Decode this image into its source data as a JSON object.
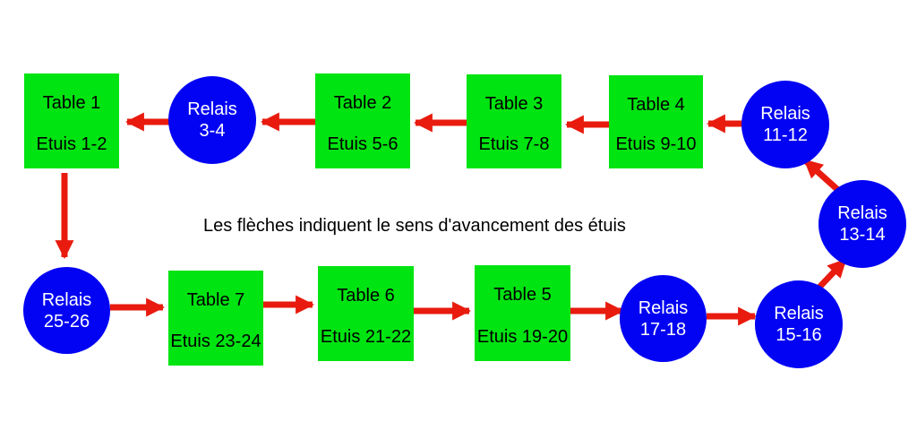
{
  "diagram": {
    "note": "Les flèches indiquent le sens d'avancement des étuis",
    "colors": {
      "background": "#ffffff",
      "table_fill": "#00E411",
      "relay_fill": "#0303F3",
      "arrow_red": "#E81B0E",
      "table_text": "#000000",
      "relay_text": "#ffffff"
    },
    "nodes": {
      "table1": {
        "type": "table",
        "line1": "Table 1",
        "line2": "Etuis 1-2"
      },
      "relais_3_4": {
        "type": "relay",
        "line1": "Relais",
        "line2": "3-4"
      },
      "table2": {
        "type": "table",
        "line1": "Table 2",
        "line2": "Etuis 5-6"
      },
      "table3": {
        "type": "table",
        "line1": "Table 3",
        "line2": "Etuis 7-8"
      },
      "table4": {
        "type": "table",
        "line1": "Table 4",
        "line2": "Etuis 9-10"
      },
      "relais_11_12": {
        "type": "relay",
        "line1": "Relais",
        "line2": "11-12"
      },
      "relais_13_14": {
        "type": "relay",
        "line1": "Relais",
        "line2": "13-14"
      },
      "relais_15_16": {
        "type": "relay",
        "line1": "Relais",
        "line2": "15-16"
      },
      "relais_17_18": {
        "type": "relay",
        "line1": "Relais",
        "line2": "17-18"
      },
      "table5": {
        "type": "table",
        "line1": "Table 5",
        "line2": "Etuis 19-20"
      },
      "table6": {
        "type": "table",
        "line1": "Table 6",
        "line2": "Etuis 21-22"
      },
      "table7": {
        "type": "table",
        "line1": "Table 7",
        "line2": "Etuis 23-24"
      },
      "relais_25_26": {
        "type": "relay",
        "line1": "Relais",
        "line2": "25-26"
      }
    },
    "edges": [
      {
        "from": "relais_3_4",
        "to": "table1"
      },
      {
        "from": "table2",
        "to": "relais_3_4"
      },
      {
        "from": "table3",
        "to": "table2"
      },
      {
        "from": "table4",
        "to": "table3"
      },
      {
        "from": "relais_11_12",
        "to": "table4"
      },
      {
        "from": "relais_13_14",
        "to": "relais_11_12"
      },
      {
        "from": "relais_15_16",
        "to": "relais_13_14"
      },
      {
        "from": "relais_17_18",
        "to": "relais_15_16"
      },
      {
        "from": "table5",
        "to": "relais_17_18"
      },
      {
        "from": "table6",
        "to": "table5"
      },
      {
        "from": "table7",
        "to": "table6"
      },
      {
        "from": "relais_25_26",
        "to": "table7"
      },
      {
        "from": "table1",
        "to": "relais_25_26"
      }
    ]
  }
}
